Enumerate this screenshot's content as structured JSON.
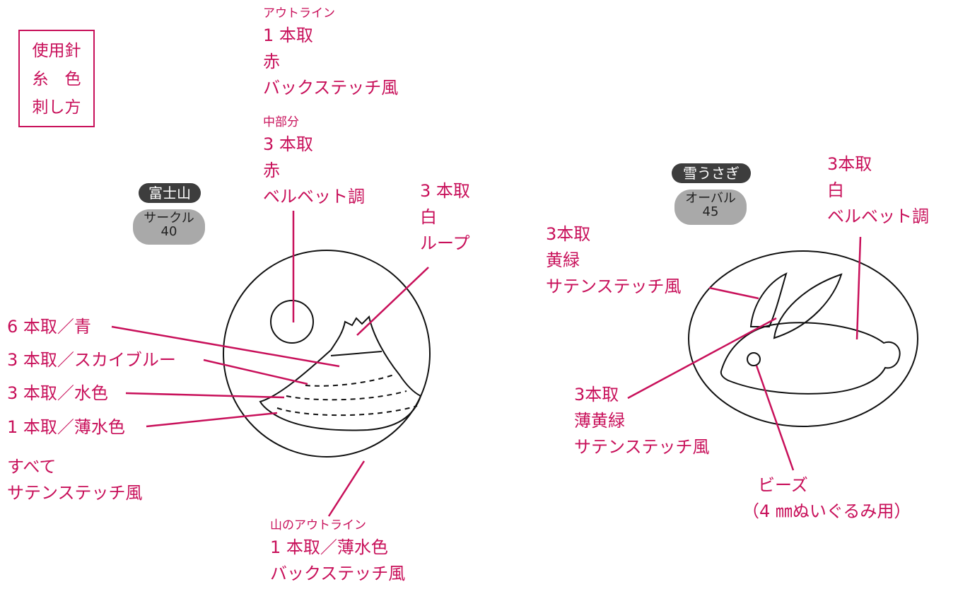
{
  "legend": {
    "needle": "使用針",
    "thread_color": "糸　色",
    "stitch": "刺し方"
  },
  "fuji": {
    "name": "富士山",
    "hoop_shape": "サークル",
    "hoop_size": "40",
    "outline": {
      "title": "アウトライン",
      "strands": "1 本取",
      "color": "赤",
      "stitch": "バックステッチ風"
    },
    "center": {
      "title": "中部分",
      "strands": "3 本取",
      "color": "赤",
      "stitch": "ベルベット調"
    },
    "snow": {
      "strands": "3 本取",
      "color": "白",
      "stitch": "ループ"
    },
    "bands": [
      "6 本取／青",
      "3 本取／スカイブルー",
      "3 本取／水色",
      "1 本取／薄水色"
    ],
    "all_note": {
      "line1": "すべて",
      "line2": "サテンステッチ風"
    },
    "mountain_outline": {
      "title": "山のアウトライン",
      "line1": "1 本取／薄水色",
      "line2": "バックステッチ風"
    }
  },
  "rabbit": {
    "name": "雪うさぎ",
    "hoop_shape": "オーバル",
    "hoop_size": "45",
    "body": {
      "strands": "3本取",
      "color": "白",
      "stitch": "ベルベット調"
    },
    "ear_left": {
      "strands": "3本取",
      "color": "黄緑",
      "stitch": "サテンステッチ風"
    },
    "ear_right": {
      "strands": "3本取",
      "color": "薄黄緑",
      "stitch": "サテンステッチ風"
    },
    "eye": {
      "line1": "ビーズ",
      "line2": "（4 ㎜ぬいぐるみ用）"
    }
  },
  "colors": {
    "accent": "#c8105a",
    "pill_dark": "#3d3d3d",
    "pill_gray": "#a9a9a9",
    "drawing": "#111111"
  }
}
